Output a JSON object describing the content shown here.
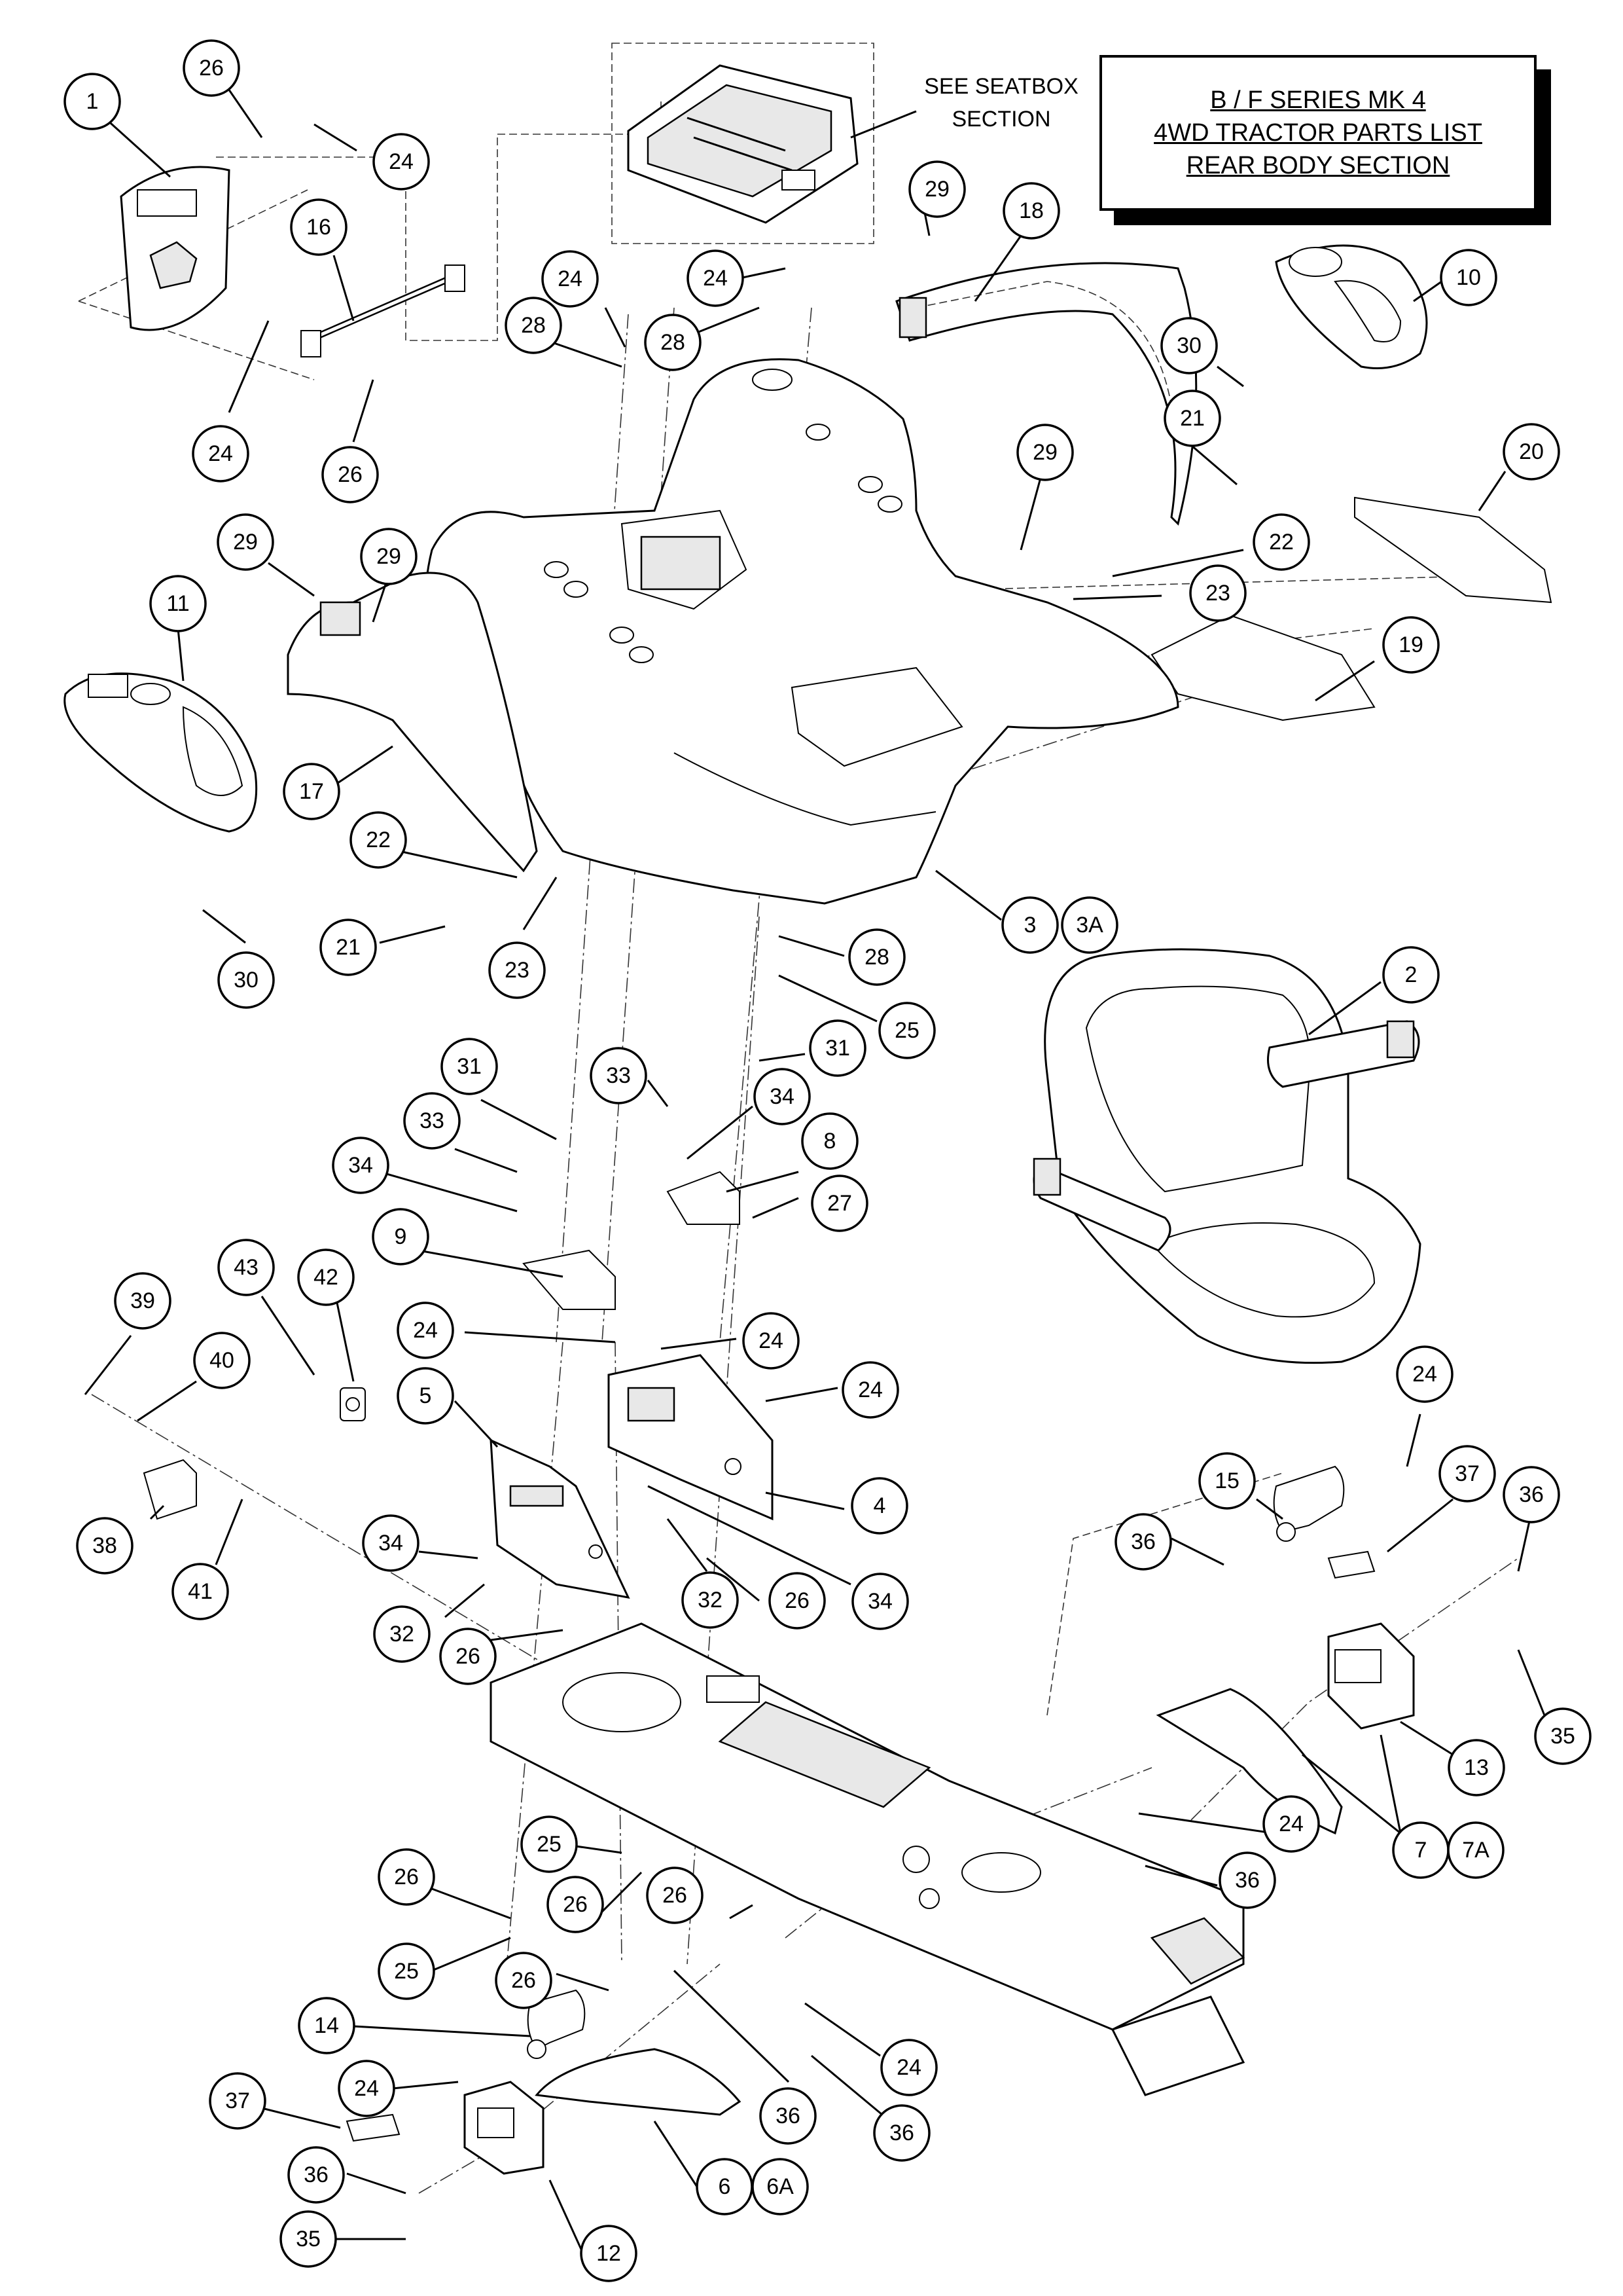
{
  "title": {
    "line1": "B / F SERIES MK 4",
    "line2": "4WD TRACTOR PARTS LIST",
    "line3": "REAR BODY SECTION"
  },
  "seatbox_note": {
    "line1": "SEE SEATBOX",
    "line2": "SECTION"
  },
  "callouts": [
    {
      "id": "c1",
      "label": "1"
    },
    {
      "id": "c26a",
      "label": "26"
    },
    {
      "id": "c24a",
      "label": "24"
    },
    {
      "id": "c16",
      "label": "16"
    },
    {
      "id": "c24b",
      "label": "24"
    },
    {
      "id": "c26b",
      "label": "26"
    },
    {
      "id": "c24c",
      "label": "24"
    },
    {
      "id": "c28a",
      "label": "28"
    },
    {
      "id": "c24d",
      "label": "24"
    },
    {
      "id": "c28b",
      "label": "28"
    },
    {
      "id": "c29a",
      "label": "29"
    },
    {
      "id": "c18",
      "label": "18"
    },
    {
      "id": "c10",
      "label": "10"
    },
    {
      "id": "c30a",
      "label": "30"
    },
    {
      "id": "c21a",
      "label": "21"
    },
    {
      "id": "c20",
      "label": "20"
    },
    {
      "id": "c29b",
      "label": "29"
    },
    {
      "id": "c22a",
      "label": "22"
    },
    {
      "id": "c23a",
      "label": "23"
    },
    {
      "id": "c19",
      "label": "19"
    },
    {
      "id": "c29c",
      "label": "29"
    },
    {
      "id": "c29d",
      "label": "29"
    },
    {
      "id": "c11",
      "label": "11"
    },
    {
      "id": "c17",
      "label": "17"
    },
    {
      "id": "c22b",
      "label": "22"
    },
    {
      "id": "c21b",
      "label": "21"
    },
    {
      "id": "c23b",
      "label": "23"
    },
    {
      "id": "c30b",
      "label": "30"
    },
    {
      "id": "c3",
      "label": "3"
    },
    {
      "id": "c3a",
      "label": "3A"
    },
    {
      "id": "c28c",
      "label": "28"
    },
    {
      "id": "c25a",
      "label": "25"
    },
    {
      "id": "c2",
      "label": "2"
    },
    {
      "id": "c31a",
      "label": "31"
    },
    {
      "id": "c33a",
      "label": "33"
    },
    {
      "id": "c31b",
      "label": "31"
    },
    {
      "id": "c33b",
      "label": "33"
    },
    {
      "id": "c34a",
      "label": "34"
    },
    {
      "id": "c34b",
      "label": "34"
    },
    {
      "id": "c8",
      "label": "8"
    },
    {
      "id": "c27",
      "label": "27"
    },
    {
      "id": "c9",
      "label": "9"
    },
    {
      "id": "c43",
      "label": "43"
    },
    {
      "id": "c42",
      "label": "42"
    },
    {
      "id": "c39",
      "label": "39"
    },
    {
      "id": "c40",
      "label": "40"
    },
    {
      "id": "c24e",
      "label": "24"
    },
    {
      "id": "c24f",
      "label": "24"
    },
    {
      "id": "c24g",
      "label": "24"
    },
    {
      "id": "c5",
      "label": "5"
    },
    {
      "id": "c4",
      "label": "4"
    },
    {
      "id": "c38",
      "label": "38"
    },
    {
      "id": "c41",
      "label": "41"
    },
    {
      "id": "c34c",
      "label": "34"
    },
    {
      "id": "c32a",
      "label": "32"
    },
    {
      "id": "c32b",
      "label": "32"
    },
    {
      "id": "c26c",
      "label": "26"
    },
    {
      "id": "c34d",
      "label": "34"
    },
    {
      "id": "c26d",
      "label": "26"
    },
    {
      "id": "c24h",
      "label": "24"
    },
    {
      "id": "c15",
      "label": "15"
    },
    {
      "id": "c37a",
      "label": "37"
    },
    {
      "id": "c36a",
      "label": "36"
    },
    {
      "id": "c36b",
      "label": "36"
    },
    {
      "id": "c35a",
      "label": "35"
    },
    {
      "id": "c13",
      "label": "13"
    },
    {
      "id": "c24i",
      "label": "24"
    },
    {
      "id": "c7",
      "label": "7"
    },
    {
      "id": "c7a",
      "label": "7A"
    },
    {
      "id": "c36c",
      "label": "36"
    },
    {
      "id": "c25b",
      "label": "25"
    },
    {
      "id": "c26e",
      "label": "26"
    },
    {
      "id": "c26f",
      "label": "26"
    },
    {
      "id": "c26g",
      "label": "26"
    },
    {
      "id": "c25c",
      "label": "25"
    },
    {
      "id": "c26h",
      "label": "26"
    },
    {
      "id": "c14",
      "label": "14"
    },
    {
      "id": "c24j",
      "label": "24"
    },
    {
      "id": "c24k",
      "label": "24"
    },
    {
      "id": "c36d",
      "label": "36"
    },
    {
      "id": "c36e",
      "label": "36"
    },
    {
      "id": "c37b",
      "label": "37"
    },
    {
      "id": "c36f",
      "label": "36"
    },
    {
      "id": "c6",
      "label": "6"
    },
    {
      "id": "c6a",
      "label": "6A"
    },
    {
      "id": "c35b",
      "label": "35"
    },
    {
      "id": "c12",
      "label": "12"
    }
  ]
}
